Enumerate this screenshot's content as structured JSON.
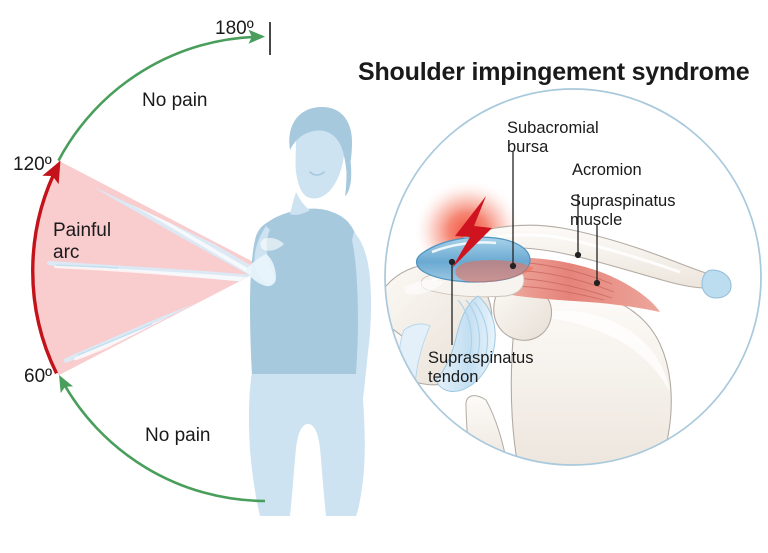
{
  "title": "Shoulder impingement syndrome",
  "arc_diagram": {
    "angles": {
      "upper": "180º",
      "mid_upper": "120º",
      "mid_lower": "60º"
    },
    "zones": {
      "no_pain_upper": "No pain",
      "no_pain_lower": "No pain",
      "painful_line1": "Painful",
      "painful_line2": "arc"
    },
    "colors": {
      "no_pain_arc": "#4a9e5c",
      "painful_arc": "#c4121a",
      "painful_fill": "#f9ccce",
      "figure_skin": "#cde3f2",
      "figure_shirt": "#a6c9dd"
    }
  },
  "anatomy": {
    "labels": [
      {
        "id": "subacromial-bursa",
        "line1": "Subacromial",
        "line2": "bursa"
      },
      {
        "id": "acromion",
        "line1": "Acromion",
        "line2": ""
      },
      {
        "id": "supraspinatus-muscle",
        "line1": "Supraspinatus",
        "line2": "muscle"
      },
      {
        "id": "supraspinatus-tendon",
        "line1": "Supraspinatus",
        "line2": "tendon"
      }
    ],
    "colors": {
      "circle_stroke": "#a9c9dc",
      "bone": "#f3efe9",
      "bone_stroke": "#b3aba3",
      "muscle": "#e8897f",
      "bursa": "#7fb6d9",
      "pain_glow": "#f04a32",
      "pain_bolt": "#cf1420"
    }
  }
}
